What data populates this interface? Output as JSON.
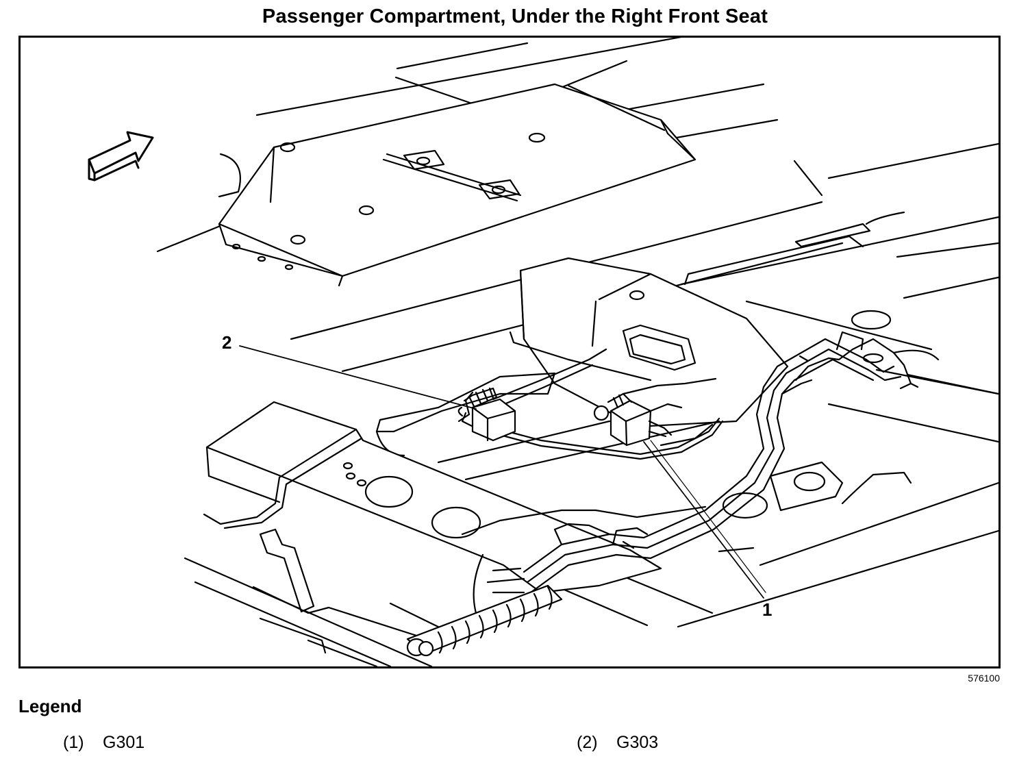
{
  "title": "Passenger Compartment, Under the Right Front Seat",
  "figure_id": "576100",
  "callouts": [
    "1",
    "2"
  ],
  "legend": {
    "heading": "Legend",
    "items": [
      {
        "number": "(1)",
        "label": "G301"
      },
      {
        "number": "(2)",
        "label": "G303"
      }
    ]
  },
  "icons": {
    "direction_arrow": "forward-arrow-icon"
  },
  "colors": {
    "line": "#000000",
    "background": "#ffffff"
  }
}
